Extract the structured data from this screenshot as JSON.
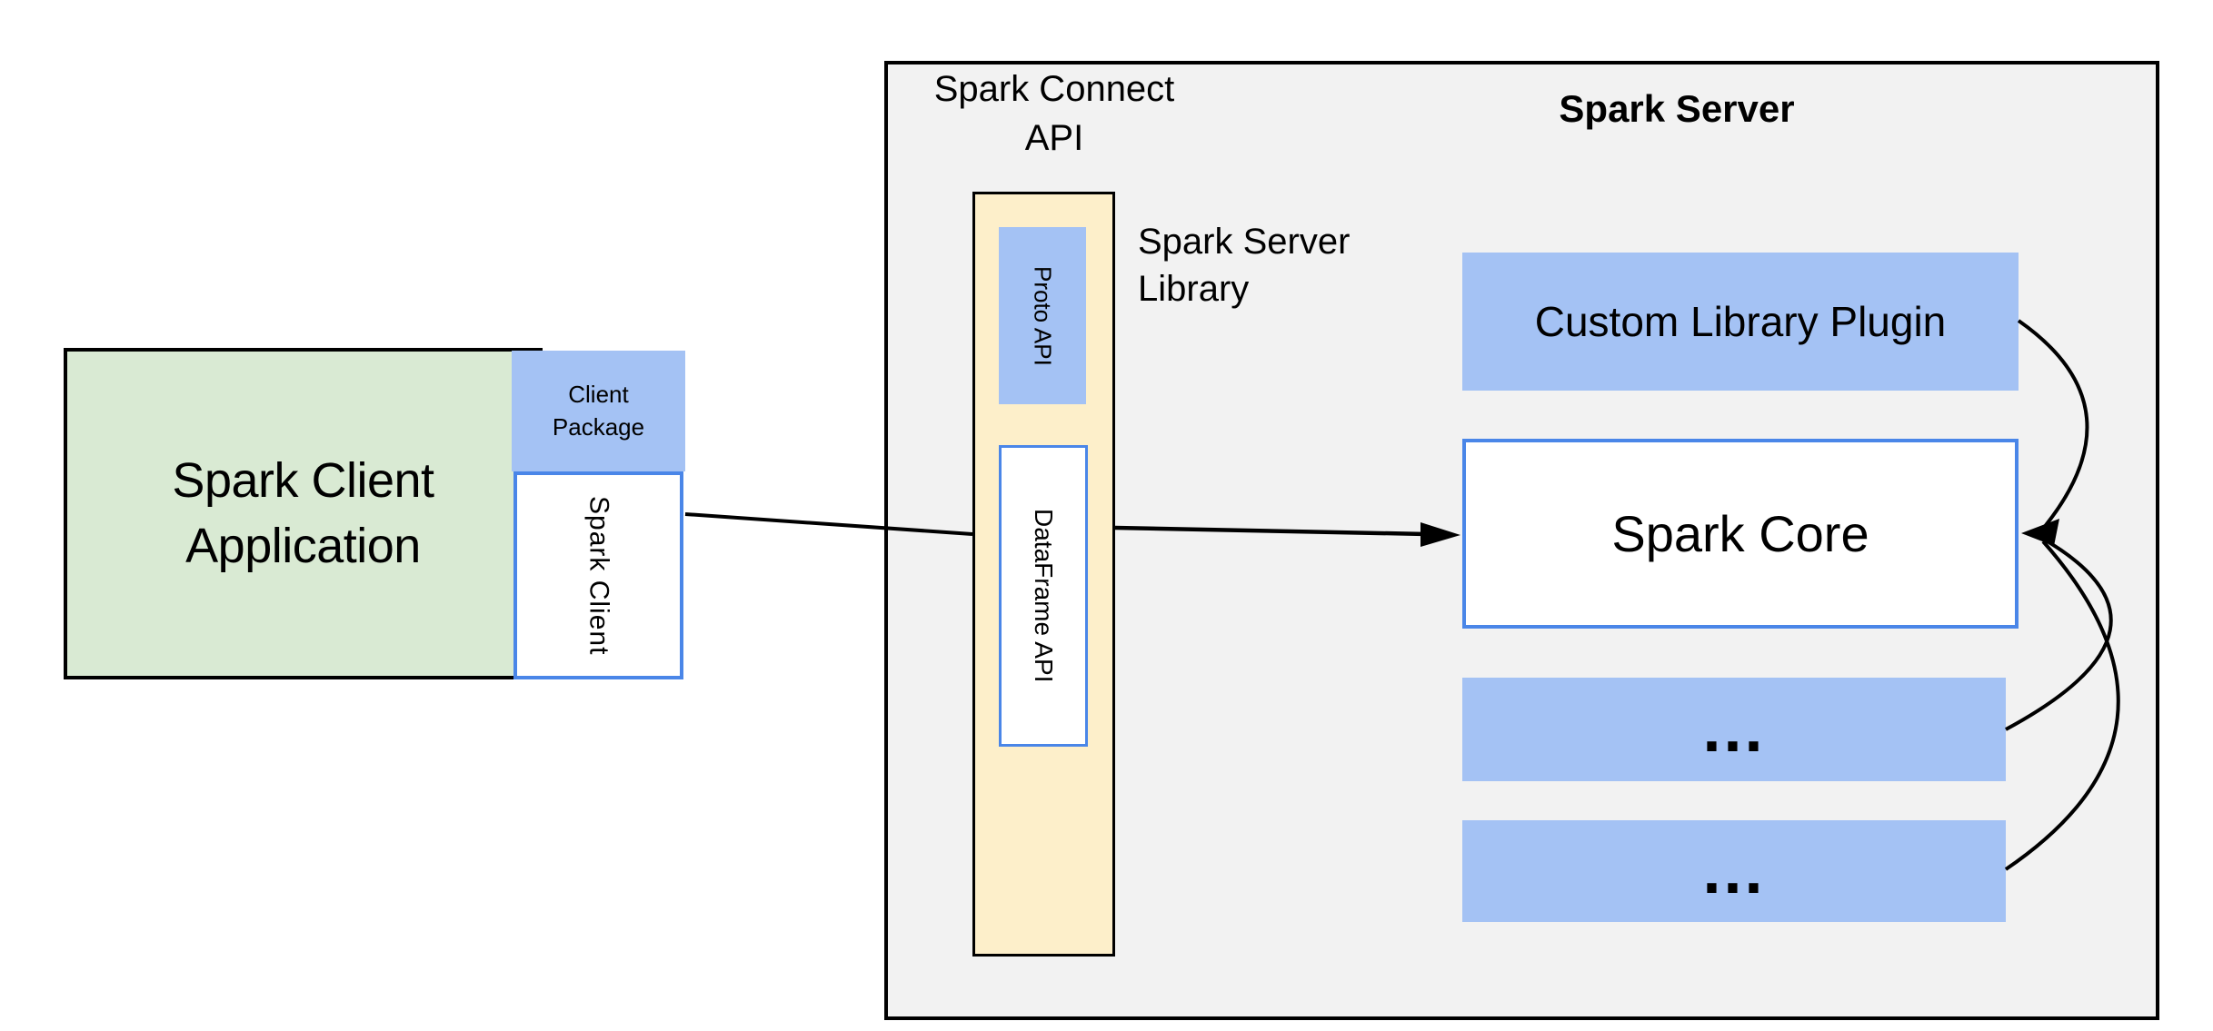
{
  "colors": {
    "green_fill": "#d9ead3",
    "blue_fill": "#a4c2f4",
    "cream_fill": "#fdefca",
    "gray_fill": "#f2f2f2",
    "blue_border": "#4a86e8",
    "line": "#000000"
  },
  "client": {
    "application_label": "Spark Client\nApplication",
    "package_label": "Client\nPackage",
    "spark_client_label": "Spark Client"
  },
  "connect_api": {
    "title": "Spark Connect\nAPI",
    "library_label": "Spark Server\nLibrary",
    "proto_api_label": "Proto API",
    "dataframe_api_label": "DataFrame API"
  },
  "server": {
    "title": "Spark Server",
    "custom_plugin_label": "Custom Library Plugin",
    "core_label": "Spark Core",
    "plugin_placeholder_1": "...",
    "plugin_placeholder_2": "..."
  }
}
